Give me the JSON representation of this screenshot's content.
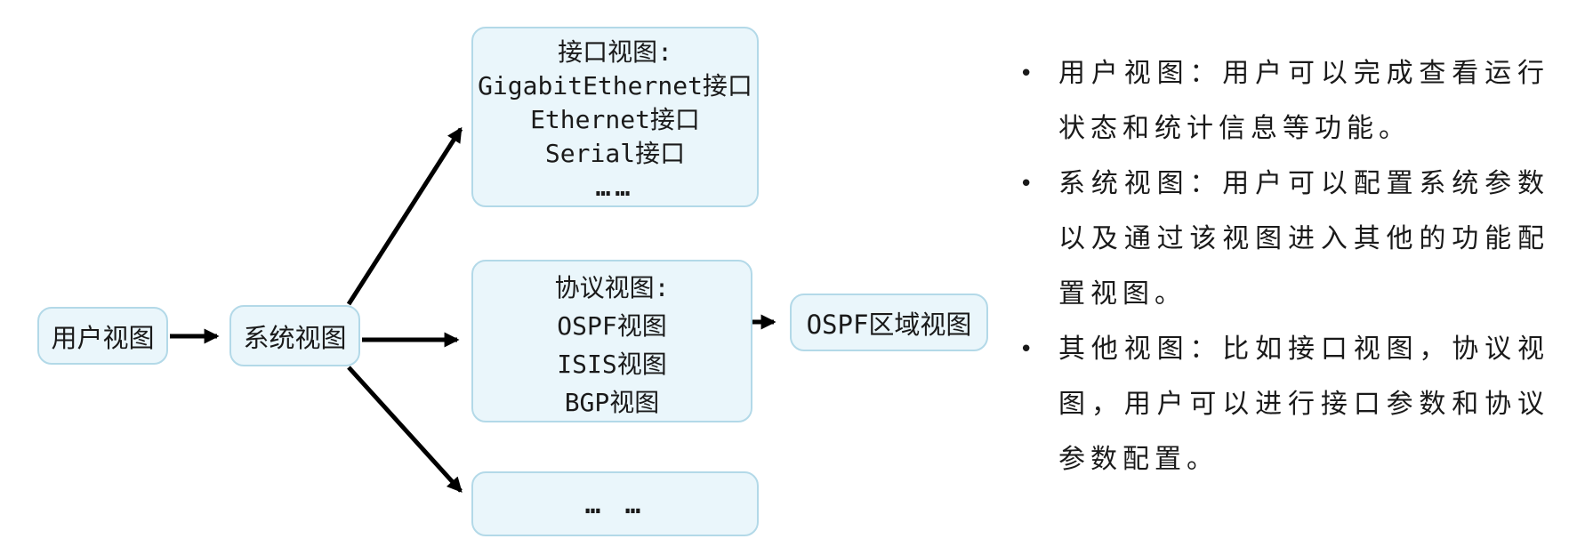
{
  "colors": {
    "background": "#ffffff",
    "box_fill": "#eaf6fb",
    "box_border": "#b3d9e8",
    "arrow": "#000000",
    "text": "#1a1a1a"
  },
  "diagram": {
    "nodes": {
      "user_view": {
        "label": "用户视图"
      },
      "system_view": {
        "label": "系统视图"
      },
      "interface_view": {
        "title": "接口视图:",
        "lines": [
          "GigabitEthernet接口",
          "Ethernet接口",
          "Serial接口",
          "……"
        ]
      },
      "protocol_view": {
        "title": "协议视图:",
        "lines": [
          "OSPF视图",
          "ISIS视图",
          "BGP视图"
        ]
      },
      "ospf_area_view": {
        "label": "OSPF区域视图"
      },
      "other_view": {
        "label": "… …"
      }
    },
    "edges": [
      {
        "from": "user_view",
        "to": "system_view"
      },
      {
        "from": "system_view",
        "to": "interface_view"
      },
      {
        "from": "system_view",
        "to": "protocol_view"
      },
      {
        "from": "system_view",
        "to": "other_view"
      },
      {
        "from": "protocol_view",
        "to": "ospf_area_view"
      }
    ]
  },
  "notes": {
    "bullet_char": "•",
    "bullets": [
      "用户视图：用户可以完成查看运行状态和统计信息等功能。",
      "系统视图：用户可以配置系统参数以及通过该视图进入其他的功能配置视图。",
      "其他视图：比如接口视图，协议视图，用户可以进行接口参数和协议参数配置。"
    ]
  }
}
